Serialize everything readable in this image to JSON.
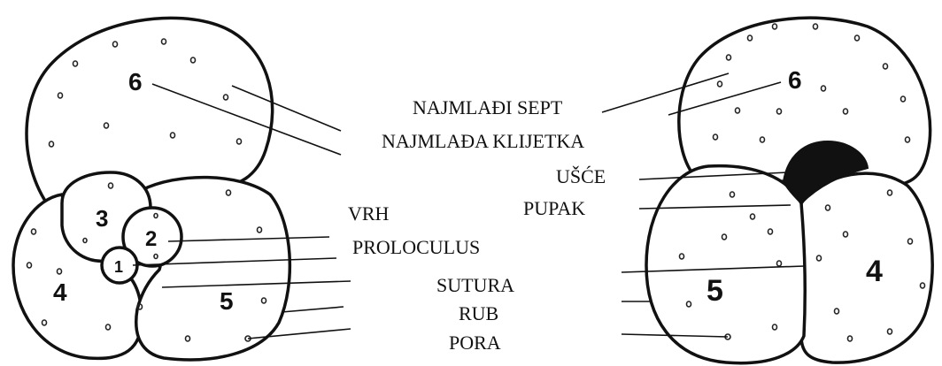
{
  "labels": {
    "najmladji_sept": "NAJMLAĐI SEPT",
    "najmladja_klijetka": "NAJMLAĐA KLIJETKA",
    "usce": "UŠĆE",
    "vrh": "VRH",
    "pupak": "PUPAK",
    "proloculus": "PROLOCULUS",
    "sutura": "SUTURA",
    "rub": "RUB",
    "pora": "PORA"
  },
  "left_chambers": {
    "c1": "1",
    "c2": "2",
    "c3": "3",
    "c4": "4",
    "c5": "5",
    "c6": "6"
  },
  "right_chambers": {
    "c4": "4",
    "c5": "5",
    "c6": "6"
  },
  "colors": {
    "ink": "#111111",
    "background": "#ffffff"
  }
}
